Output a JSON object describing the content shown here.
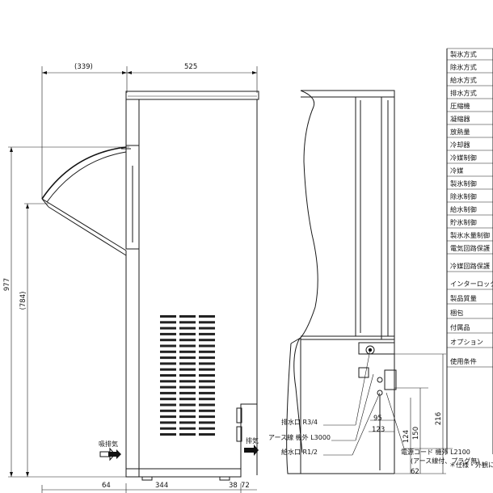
{
  "dimensions": {
    "top_width": "(339)",
    "top_depth": "525",
    "height_total": "977",
    "height_open": "(784)",
    "bottom_left": "64",
    "bottom_main": "344",
    "bottom_small1": "38",
    "bottom_small2": "72",
    "right_216": "216",
    "right_150": "150",
    "right_124": "124",
    "right_62": "62",
    "right_95": "95",
    "right_123": "123"
  },
  "labels": {
    "intake_exhaust": "吸排気",
    "exhaust": "排気",
    "drain_outlet": "排水口 R3/4",
    "ground_wire": "アース線 機外 L3000",
    "water_inlet": "給水口 R1/2",
    "power_cord": "電源コード 機外 L2100",
    "power_cord_note": "(アース線付、プラグ無)"
  },
  "spec_table": {
    "rows": [
      "製氷方式",
      "除氷方式",
      "給水方式",
      "排水方式",
      "圧縮機",
      "凝縮器",
      "放熱量",
      "冷却器",
      "冷媒制御",
      "冷媒",
      "製氷制御",
      "除氷制御",
      "給水制御",
      "貯氷制御",
      "製氷水量制御",
      "電気回路保護",
      "冷媒回路保護",
      "インターロック",
      "製品質量",
      "梱包",
      "付属品",
      "オプション",
      "使用条件"
    ],
    "footnote": "＊仕様・外観につ"
  }
}
